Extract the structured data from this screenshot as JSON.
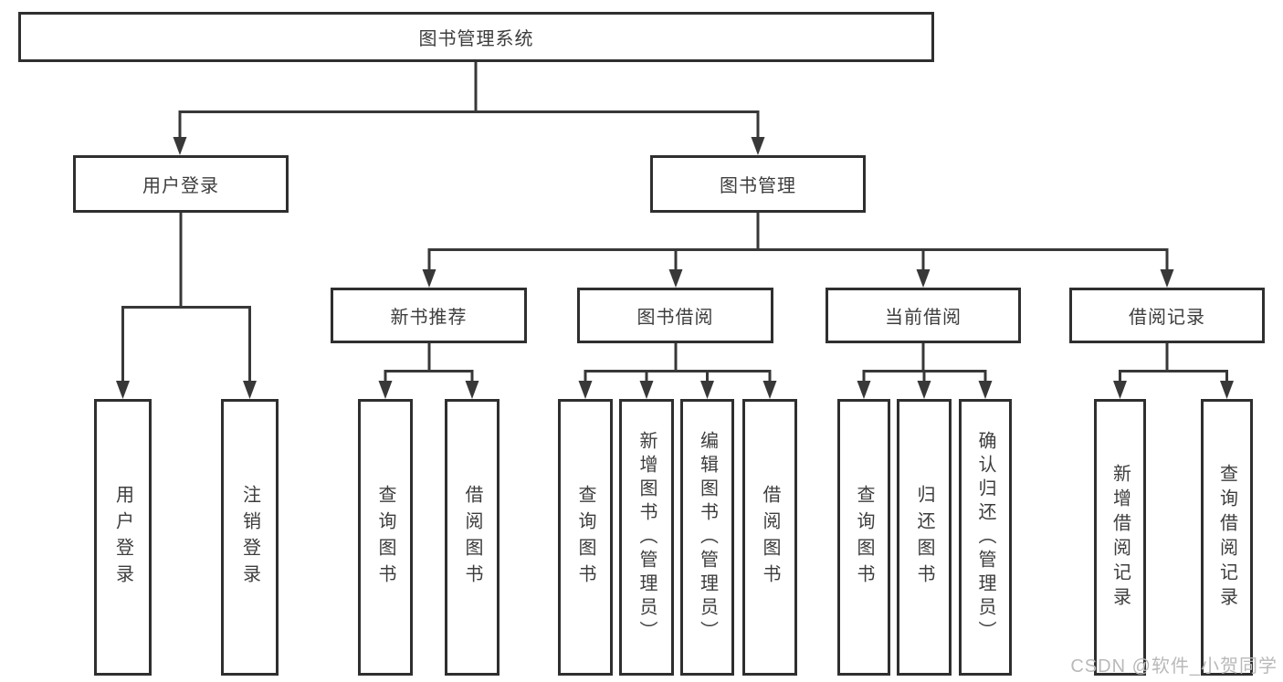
{
  "diagram": {
    "root": {
      "label": "图书管理系统"
    },
    "level2": [
      {
        "label": "用户登录"
      },
      {
        "label": "图书管理"
      }
    ],
    "level3": [
      {
        "label": "新书推荐"
      },
      {
        "label": "图书借阅"
      },
      {
        "label": "当前借阅"
      },
      {
        "label": "借阅记录"
      }
    ],
    "leaves": {
      "user_login": [
        "用户登录",
        "注销登录"
      ],
      "new_book": [
        "查询图书",
        "借阅图书"
      ],
      "book_borrow": [
        "查询图书",
        "新增图书（管理员）",
        "编辑图书（管理员）",
        "借阅图书"
      ],
      "current_borrow": [
        "查询图书",
        "归还图书",
        "确认归还（管理员）"
      ],
      "borrow_records": [
        "新增借阅记录",
        "查询借阅记录"
      ]
    },
    "watermark": "CSDN @软件_小贺同学",
    "colors": {
      "line": "#383838",
      "box_border": "#2f2f2f",
      "box_fill": "#ffffff",
      "text": "#3d3d3d",
      "watermark": "#b9b9b9"
    }
  }
}
